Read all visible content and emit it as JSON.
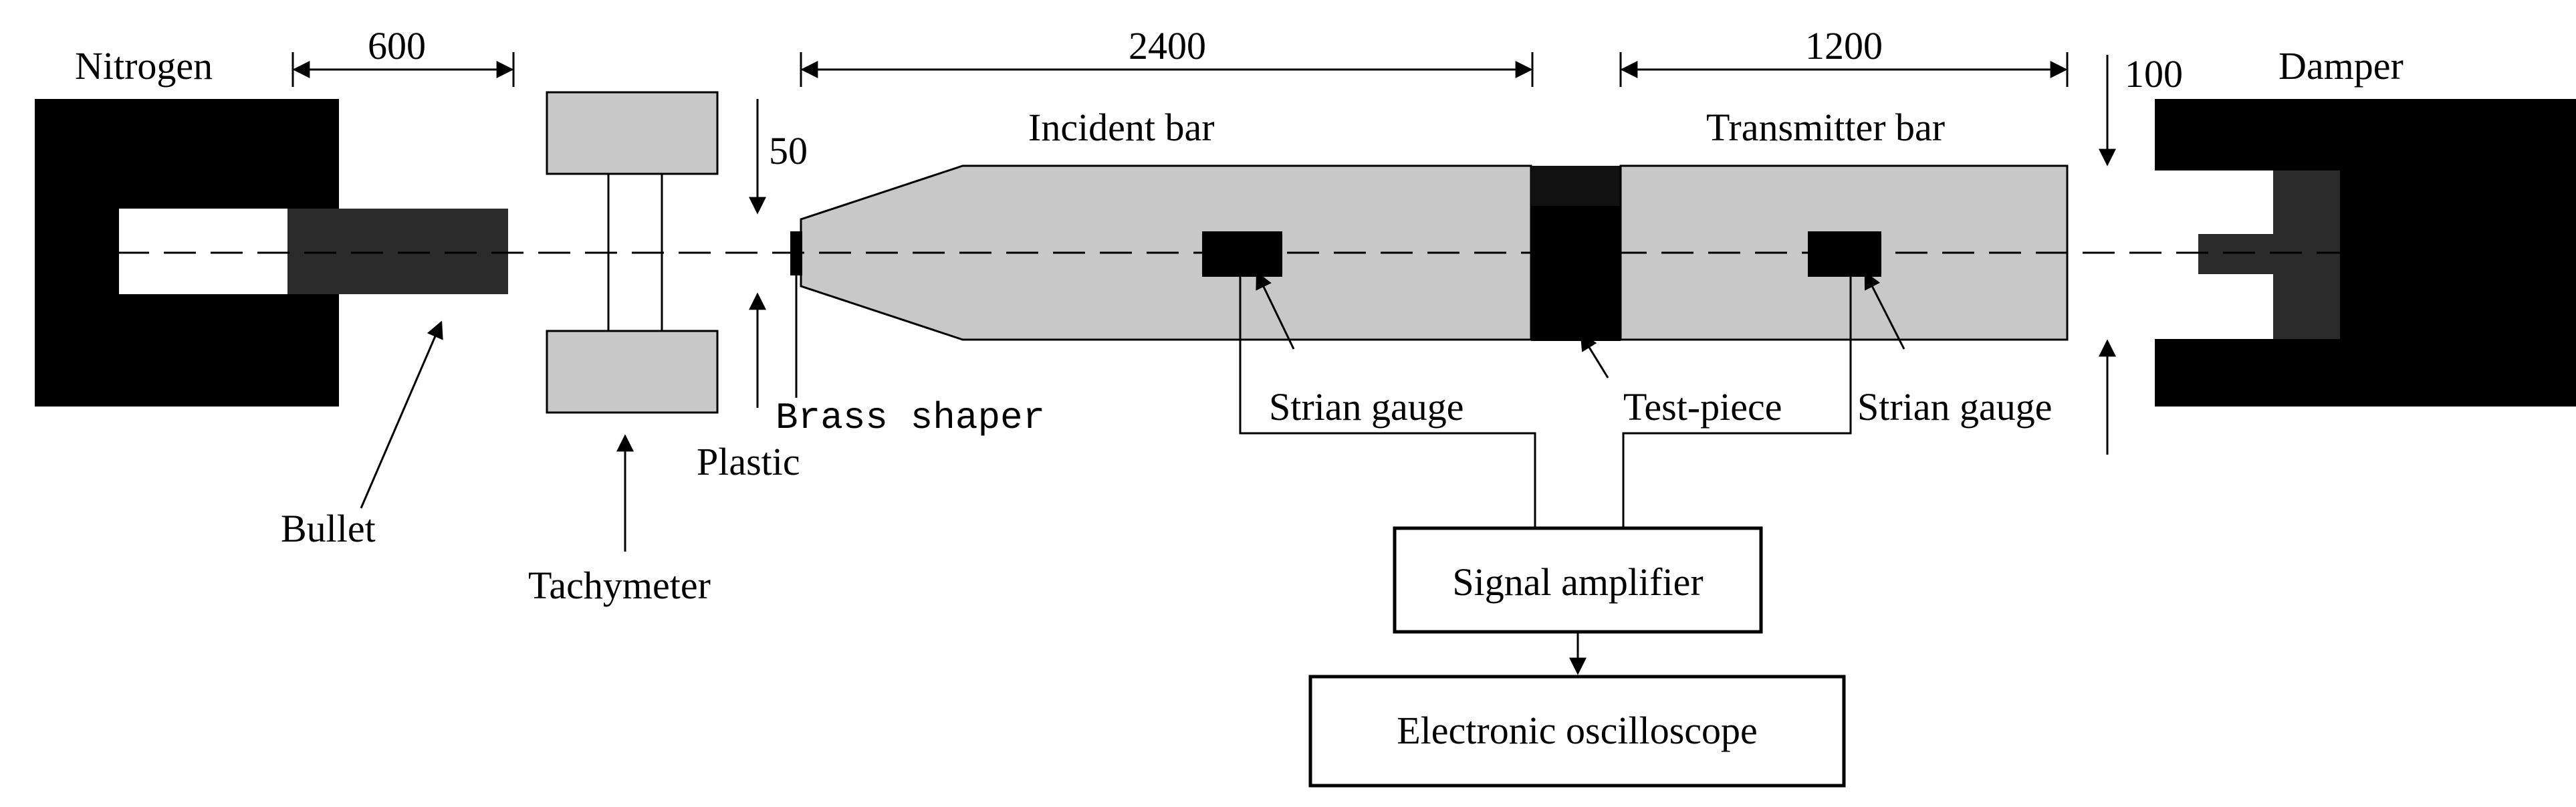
{
  "labels": {
    "nitrogen": "Nitrogen",
    "dim_600": "600",
    "dim_2400": "2400",
    "dim_1200": "1200",
    "dim_100": "100",
    "damper": "Damper",
    "dim_50": "50",
    "incident_bar": "Incident bar",
    "transmitter_bar": "Transmitter bar",
    "brass_shaper": "Brass shaper",
    "plastic": "Plastic",
    "strain_gauge_left": "Strian gauge",
    "test_piece": "Test-piece",
    "strain_gauge_right": "Strian gauge",
    "bullet": "Bullet",
    "tachymeter": "Tachymeter",
    "signal_amplifier": "Signal amplifier",
    "electronic_oscilloscope": "Electronic oscilloscope"
  },
  "colors": {
    "black": "#000000",
    "dark_gray": "#2b2b2b",
    "bar_gray": "#c8c8c8",
    "white": "#ffffff"
  }
}
